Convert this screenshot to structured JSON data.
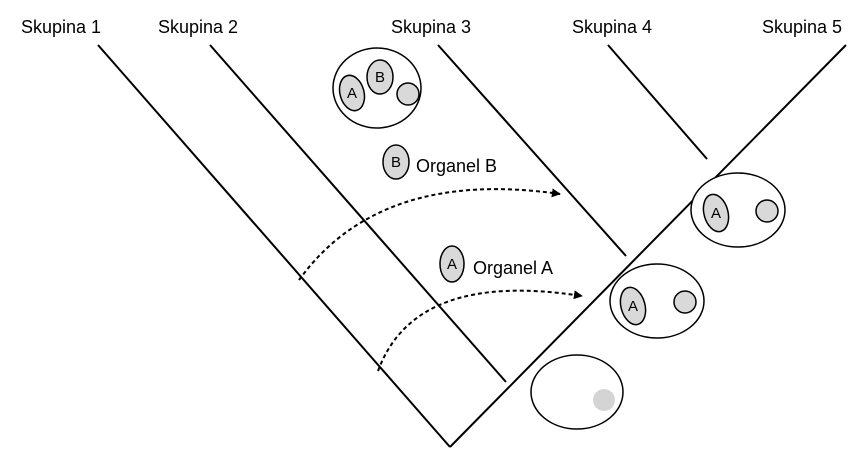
{
  "colors": {
    "organelle_fill": "#d9d9d9",
    "faded_organelle_fill": "#d4d4d4",
    "line": "#000000",
    "background": "#ffffff"
  },
  "tree": {
    "groups": [
      {
        "label": "Skupina 1"
      },
      {
        "label": "Skupina 2"
      },
      {
        "label": "Skupina 3"
      },
      {
        "label": "Skupina 4"
      },
      {
        "label": "Skupina 5"
      }
    ]
  },
  "organelles": {
    "b": {
      "letter": "B",
      "label": "Organel B"
    },
    "a": {
      "letter": "A",
      "label": "Organel A"
    }
  },
  "cells": {
    "group3_cell": {
      "letters": [
        "A",
        "B"
      ]
    },
    "group5_cell": {
      "letters": [
        "A"
      ]
    },
    "group4_cell": {
      "letters": [
        "A"
      ]
    }
  }
}
